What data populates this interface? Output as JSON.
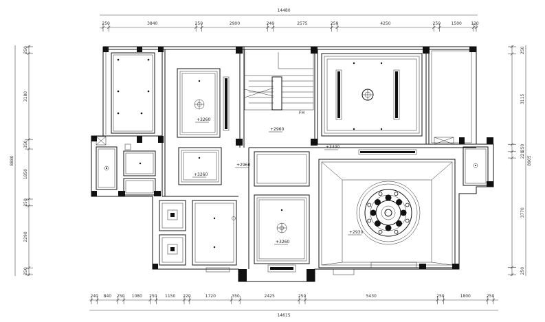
{
  "dimensions": {
    "top_total": "14480",
    "top_segments": [
      "250",
      "3840",
      "250",
      "2900",
      "240",
      "2575",
      "250",
      "4250",
      "250",
      "1500",
      "120"
    ],
    "bottom_total": "14615",
    "bottom_segments": [
      "240",
      "840",
      "250",
      "1080",
      "250",
      "1150",
      "220",
      "1720",
      "350",
      "2425",
      "250",
      "5430",
      "250",
      "1800",
      "250"
    ],
    "left_total": "8880",
    "left_segments": [
      "250",
      "3180",
      "350",
      "1850",
      "250",
      "2290",
      "250"
    ],
    "right_total": "8905",
    "right_segments": [
      "250",
      "3115",
      "250",
      "220",
      "3770",
      "250"
    ]
  },
  "ceiling_labels": {
    "l1": "+3260",
    "l2": "+3260",
    "l3": "+2960",
    "l4": "+2960",
    "l5": "+3400",
    "l6": "+3260",
    "l7": "+2930",
    "stair_mark": "FH"
  }
}
